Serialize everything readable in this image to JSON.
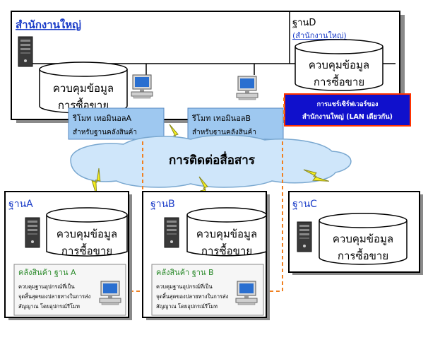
{
  "colors": {
    "box_border": "#000000",
    "title_blue": "#1a3cc8",
    "label_blue": "#1a3cc8",
    "green_label": "#2a8a2a",
    "terminal_fill": "#9ec8f0",
    "cloud_fill": "#cfe6fa",
    "callout_fill": "#1010cc",
    "callout_text": "#ffffff",
    "callout_border": "#ff3300",
    "lightning": "#f5ef1e",
    "dashed_link": "#f08020",
    "shadow": "#8a8a8a"
  },
  "icons": [
    "server-tower-icon",
    "desktop-pc-icon",
    "lightning-bolt-icon",
    "database-cylinder-icon"
  ],
  "headquarters": {
    "title": "สำนักงานใหญ่"
  },
  "db": {
    "line1": "ควบคุมข้อมูล",
    "line2": "การซื้อขาย"
  },
  "base_d": {
    "title": "ฐานD",
    "subtitle": "(สำนักงานใหญ่)"
  },
  "callout": {
    "line1": "การแชร์เซิร์ฟเวอร์ของ",
    "line2": "สำนักงานใหญ่ (LAN เดียวกัน)"
  },
  "terminal_a": {
    "line1": "รีโมท เทอมินอลA",
    "line2": "สำหรับฐานคลังสินค้า"
  },
  "terminal_b": {
    "line1": "รีโมท เทอมินอลB",
    "line2": "สำหรับฐานคลังสินค้า"
  },
  "network": {
    "label": "การติดต่อสื่อสาร"
  },
  "base_a": {
    "title": "ฐานA"
  },
  "base_b": {
    "title": "ฐานB"
  },
  "base_c": {
    "title": "ฐานC"
  },
  "warehouse_a": {
    "title": "คลังสินค้า ฐาน A",
    "line1": "ควบคุมฐานอุปกรณ์ที่เป็น",
    "line2": "จุดสิ้นสุดของปลายทางในการส่ง",
    "line3": "สัญญาณ โดยอุปกรณ์รีโมท"
  },
  "warehouse_b": {
    "title": "คลังสินค้า ฐาน B",
    "line1": "ควบคุมฐานอุปกรณ์ที่เป็น",
    "line2": "จุดสิ้นสุดของปลายทางในการส่ง",
    "line3": "สัญญาณ โดยอุปกรณ์รีโมท"
  }
}
